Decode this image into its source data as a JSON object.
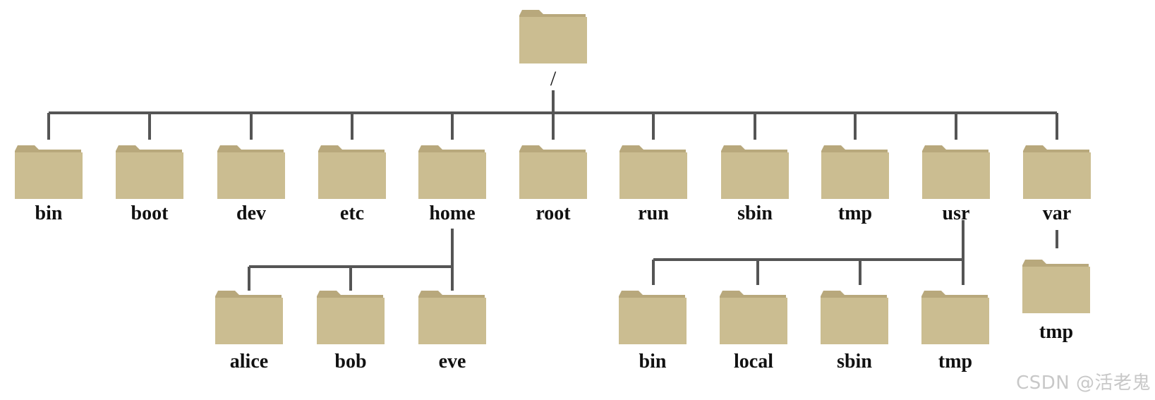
{
  "tree": {
    "root": {
      "label": "/"
    },
    "level1": [
      "bin",
      "boot",
      "dev",
      "etc",
      "home",
      "root",
      "run",
      "sbin",
      "tmp",
      "usr",
      "var"
    ],
    "home_children": [
      "alice",
      "bob",
      "eve"
    ],
    "usr_children": [
      "bin",
      "local",
      "sbin",
      "tmp"
    ],
    "var_children": [
      "tmp"
    ]
  },
  "colors": {
    "folder_body": "#cbbd91",
    "folder_tab": "#b8a87c",
    "connector": "#555555"
  },
  "icons": {
    "folder": "folder-icon"
  },
  "watermark": "CSDN @活老鬼"
}
